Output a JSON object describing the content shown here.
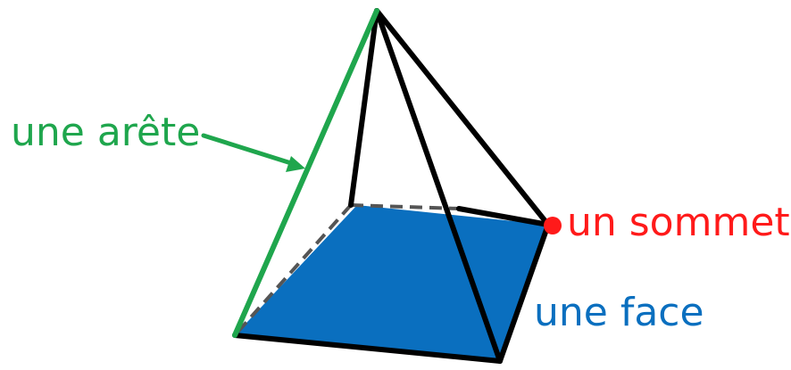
{
  "labels": {
    "edge": "une arête",
    "vertex": "un sommet",
    "face": "une face"
  },
  "colors": {
    "edge": "#1fa64d",
    "vertex": "#ff1a1a",
    "face": "#0a6fbf",
    "line": "#000000",
    "hidden": "#555555"
  }
}
